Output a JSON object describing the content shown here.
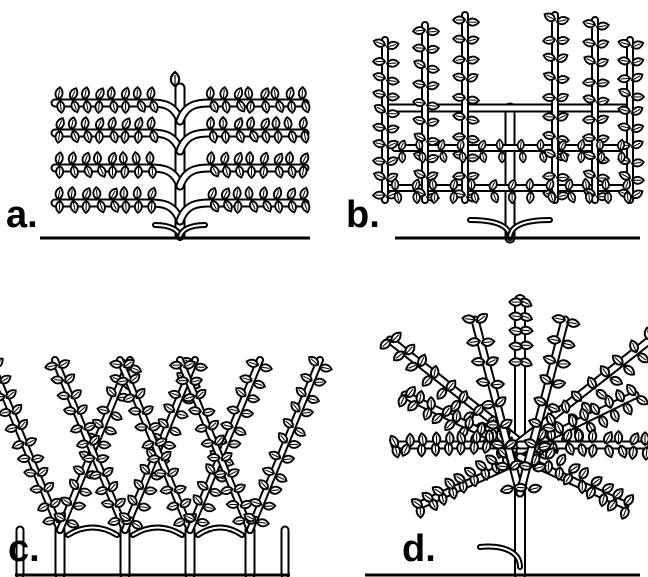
{
  "panels": [
    {
      "id": "a",
      "label": "a.",
      "form": "horizontal-espalier-tiers"
    },
    {
      "id": "b",
      "label": "b.",
      "form": "u-shaped-candelabra-espalier"
    },
    {
      "id": "c",
      "label": "c.",
      "form": "belgian-fence-diagonal-lattice"
    },
    {
      "id": "d",
      "label": "d.",
      "form": "fan-espalier"
    }
  ],
  "colors": {
    "ink": "#000000",
    "background": "#ffffff"
  },
  "icons": [
    "tree-trunk-icon",
    "branch-icon",
    "leaf-icon"
  ]
}
